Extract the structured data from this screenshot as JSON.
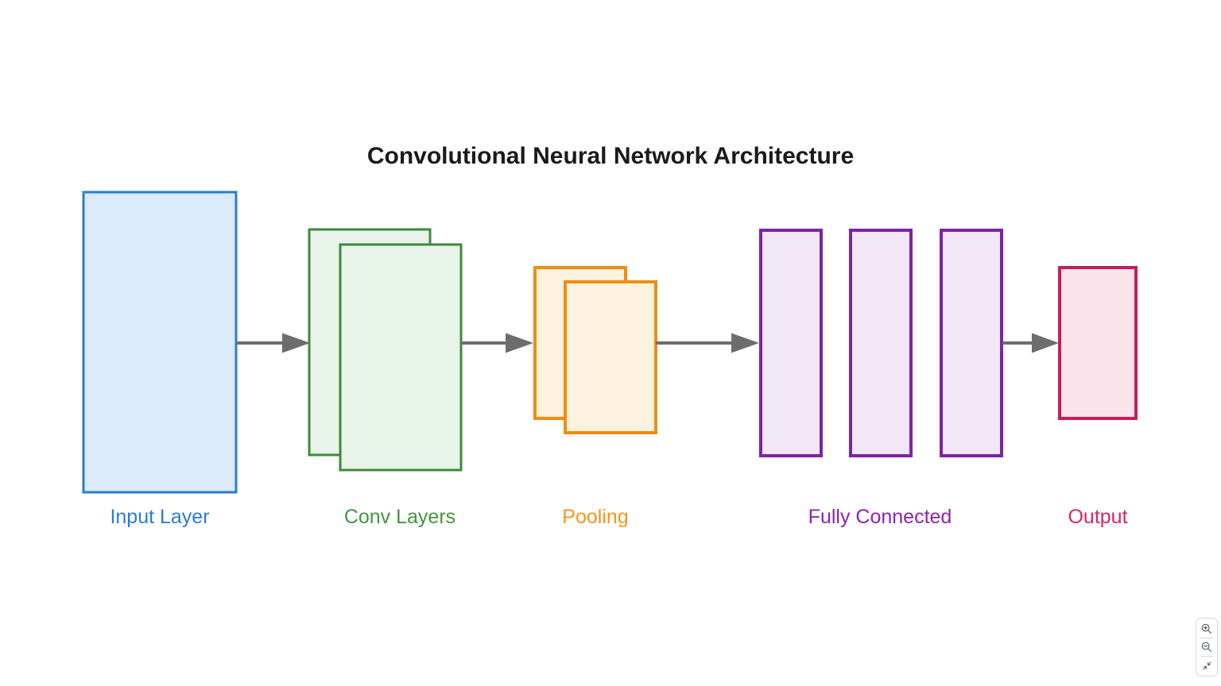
{
  "title": "Convolutional Neural Network Architecture",
  "title_color": "#1a1a1a",
  "diagram": {
    "arrow_color": "#6d6d6d",
    "layers": [
      {
        "id": "input-layer",
        "label": "Input Layer",
        "border": "#2b7bd4",
        "fill": "#dcebfb",
        "label_color": "#2b7bd4",
        "shape": "tall-rectangle",
        "rect_count": 1
      },
      {
        "id": "conv-layers",
        "label": "Conv Layers",
        "border": "#3a8b3e",
        "fill": "#e9f4e9",
        "label_color": "#44933f",
        "shape": "overlapped-rectangles",
        "rect_count": 2
      },
      {
        "id": "pooling",
        "label": "Pooling",
        "border": "#f08c13",
        "fill": "#fdf2de",
        "label_color": "#f7941e",
        "shape": "overlapped-rectangles",
        "rect_count": 2
      },
      {
        "id": "fully-connected",
        "label": "Fully Connected",
        "border": "#7e22a8",
        "fill": "#f2e7f7",
        "label_color": "#8e24aa",
        "shape": "thin-rectangles",
        "rect_count": 3
      },
      {
        "id": "output",
        "label": "Output",
        "border": "#c51e5c",
        "fill": "#fbe3ec",
        "label_color": "#d62663",
        "shape": "small-rectangle",
        "rect_count": 1
      }
    ]
  },
  "zoom_toolbar": {
    "buttons": [
      {
        "name": "zoom-in",
        "icon": "magnifying-glass-plus"
      },
      {
        "name": "zoom-out",
        "icon": "magnifying-glass-minus"
      },
      {
        "name": "reset-zoom",
        "icon": "collapse-arrows"
      }
    ]
  }
}
